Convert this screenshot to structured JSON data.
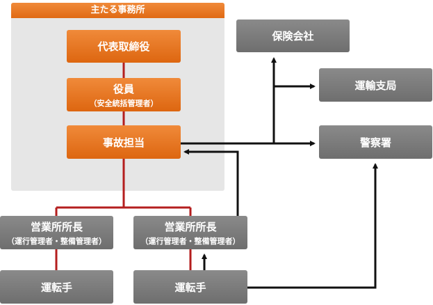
{
  "panel": {
    "title": "主たる事務所"
  },
  "nodes": {
    "ceo": {
      "label": "代表取締役"
    },
    "officer": {
      "label": "役員",
      "sub": "（安全統括管理者）"
    },
    "accident": {
      "label": "事故担当"
    },
    "insurance": {
      "label": "保険会社"
    },
    "transport": {
      "label": "運輸支局"
    },
    "police": {
      "label": "警察署"
    },
    "branch_left": {
      "label": "営業所所長",
      "sub": "（運行管理者・整備管理者）"
    },
    "branch_right": {
      "label": "営業所所長",
      "sub": "（運行管理者・整備管理者）"
    },
    "driver_left": {
      "label": "運転手"
    },
    "driver_right": {
      "label": "運転手"
    }
  },
  "colors": {
    "orange": "#e8771f",
    "gray": "#777777",
    "red_line": "#b41e1e",
    "arrow": "#111111",
    "panel_bg": "#e6e6e6"
  }
}
